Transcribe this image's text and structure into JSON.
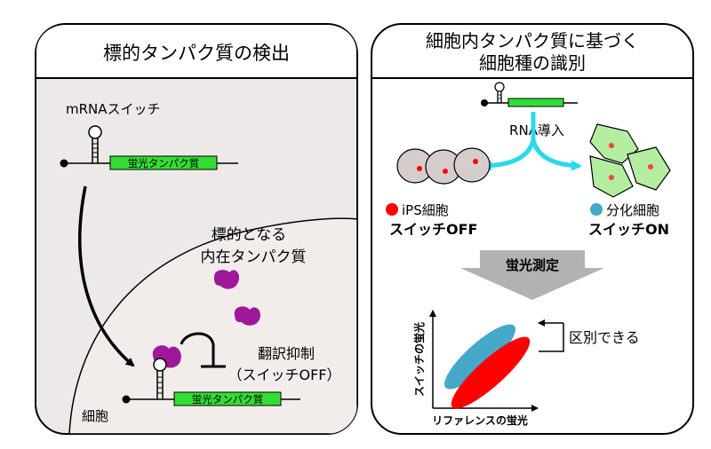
{
  "left_panel": {
    "title": "標的タンパク質の検出",
    "mrna_switch_label": "mRNAスイッチ",
    "gene_label_top": "蛍光タンパク質",
    "target_line1": "標的となる",
    "target_line2": "内在タンパク質",
    "repression_line1": "翻訳抑制",
    "repression_line2": "（スイッチOFF）",
    "gene_label_bottom": "蛍光タンパク質",
    "cell_label": "細胞"
  },
  "right_panel": {
    "title_line1": "細胞内タンパク質に基づく",
    "title_line2": "細胞種の識別",
    "rna_label": "RNA導入",
    "ips_label": "iPS細胞",
    "ips_state": "スイッチOFF",
    "diff_label": "分化細胞",
    "diff_state": "スイッチON",
    "measure_label": "蛍光測定",
    "y_axis_label": "スイッチの蛍光",
    "x_axis_label": "リファレンスの蛍光",
    "distinguish_label": "区別できる"
  },
  "colors": {
    "panel_bg": "#ece9e8",
    "cell_bg": "#f2eceb",
    "gene_green": "#33dd33",
    "protein_purple": "#a0189a",
    "ips_cell": "#d5cdcc",
    "diff_cell": "#b4eda0",
    "cyan_arrow": "#29d8ec",
    "red": "#ff0000",
    "blue": "#45a8c8",
    "gray_arrow": "#b2b2b2"
  }
}
